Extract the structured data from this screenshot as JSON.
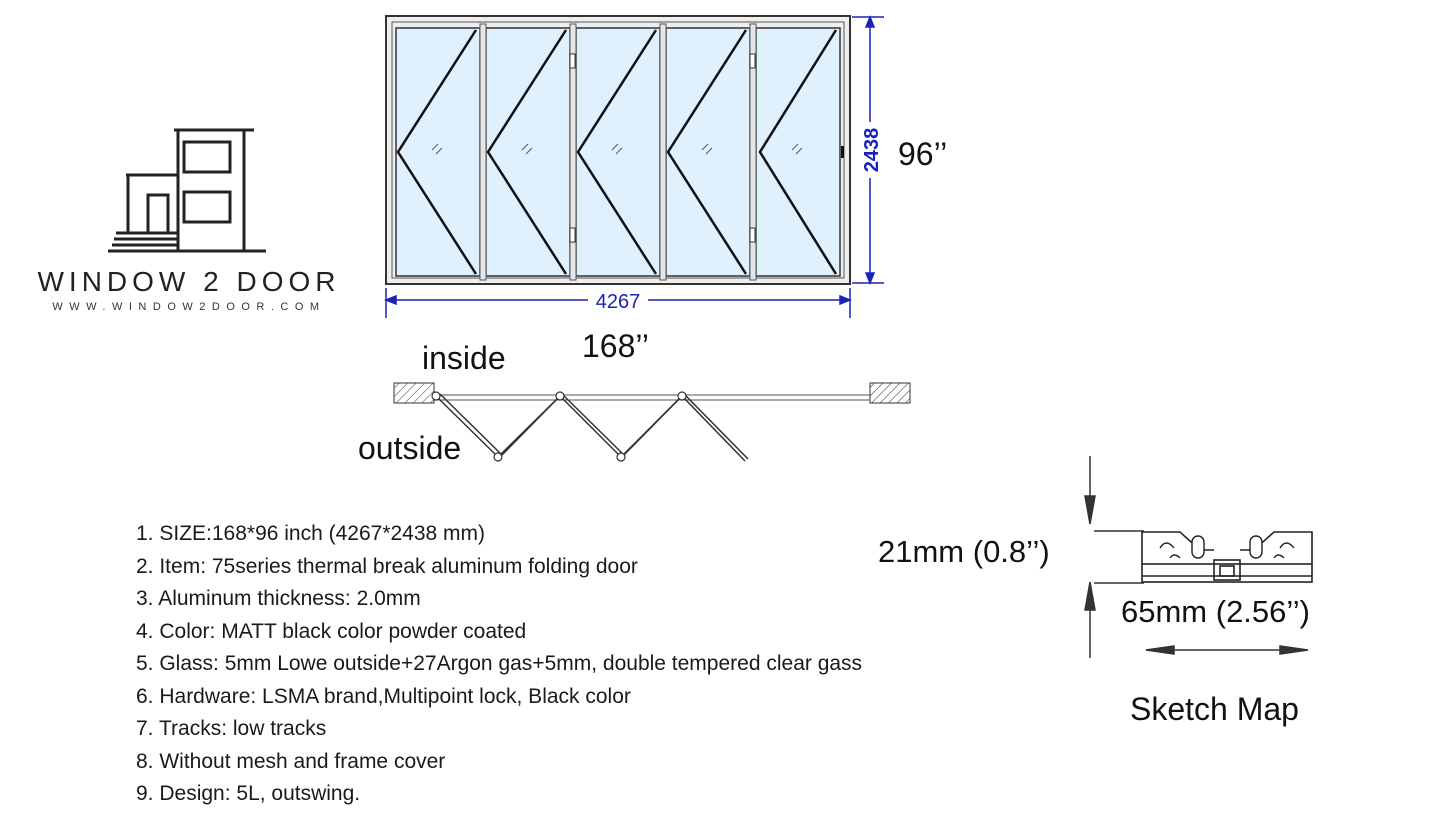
{
  "brand": {
    "name": "WINDOW 2 DOOR",
    "url": "WWW.WINDOW2DOOR.COM"
  },
  "door_drawing": {
    "width_mm": "4267",
    "height_mm": "2438",
    "width_in": "168’’",
    "height_in": "96’’",
    "panel_count": 5,
    "colors": {
      "dimension": "#1a22b8",
      "glass": "#dff0ff",
      "frame": "#333333"
    }
  },
  "plan": {
    "inside_label": "inside",
    "outside_label": "outside"
  },
  "specs": [
    "1. SIZE:168*96 inch (4267*2438 mm)",
    "2. Item: 75series thermal break aluminum folding door",
    "3. Aluminum thickness: 2.0mm",
    "4. Color: MATT black color powder coated",
    "5. Glass: 5mm Lowe outside+27Argon gas+5mm, double tempered clear gass",
    "6. Hardware: LSMA brand,Multipoint lock, Black color",
    "7. Tracks: low tracks",
    "8. Without mesh and frame cover",
    "9. Design: 5L, outswing."
  ],
  "profile": {
    "thickness_label": "21mm (0.8’’)",
    "width_label": "65mm (2.56’’)",
    "title": "Sketch Map"
  }
}
